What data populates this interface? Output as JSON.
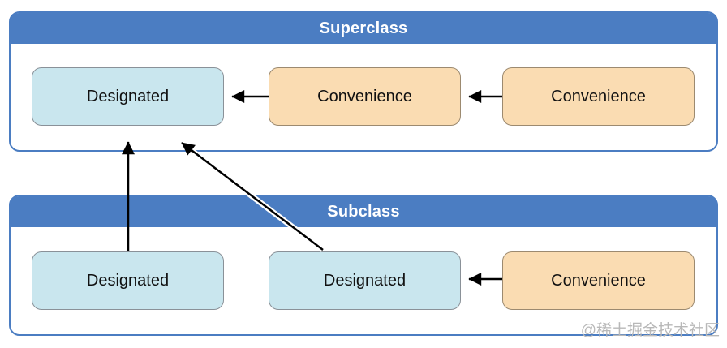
{
  "superclass": {
    "title": "Superclass",
    "boxes": [
      {
        "label": "Designated",
        "kind": "designated"
      },
      {
        "label": "Convenience",
        "kind": "convenience"
      },
      {
        "label": "Convenience",
        "kind": "convenience"
      }
    ]
  },
  "subclass": {
    "title": "Subclass",
    "boxes": [
      {
        "label": "Designated",
        "kind": "designated"
      },
      {
        "label": "Designated",
        "kind": "designated"
      },
      {
        "label": "Convenience",
        "kind": "convenience"
      }
    ]
  },
  "relationships": [
    "superclass convenience (right) -> superclass convenience (middle)",
    "superclass convenience (middle) -> superclass designated",
    "subclass convenience -> subclass designated (middle)",
    "subclass designated (left) -> superclass designated",
    "subclass designated (middle) -> superclass designated"
  ],
  "watermark": "@稀土掘金技术社区",
  "colors": {
    "header-blue": "#4b7dc2",
    "container-border": "#4b7dc2",
    "designated-fill": "#c9e6ee",
    "designated-border": "#8a9198",
    "convenience-fill": "#fadcb2",
    "convenience-border": "#9c8a70",
    "arrow": "#000000",
    "watermark-gray": "#b8b8b8"
  }
}
